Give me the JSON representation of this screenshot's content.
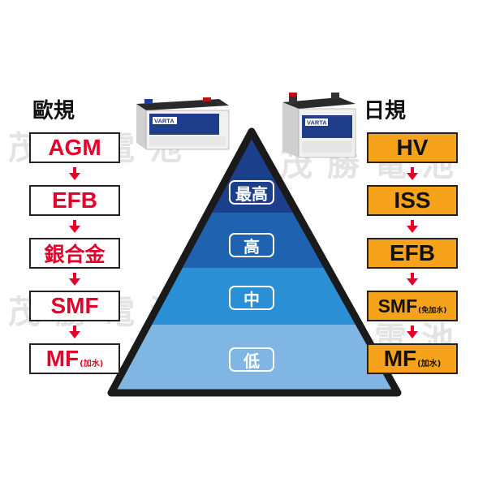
{
  "watermark": "茂勝電池",
  "eu": {
    "header": "歐規",
    "items": [
      {
        "main": "AGM",
        "sub": ""
      },
      {
        "main": "EFB",
        "sub": ""
      },
      {
        "main": "銀合金",
        "sub": ""
      },
      {
        "main": "SMF",
        "sub": ""
      },
      {
        "main": "MF",
        "sub": "(加水)"
      }
    ]
  },
  "jp": {
    "header": "日規",
    "items": [
      {
        "main": "HV",
        "sub": ""
      },
      {
        "main": "ISS",
        "sub": ""
      },
      {
        "main": "EFB",
        "sub": ""
      },
      {
        "main": "SMF",
        "sub": "(免加水)"
      },
      {
        "main": "MF",
        "sub": "(加水)"
      }
    ]
  },
  "pyramid": {
    "tiers": [
      "最高",
      "高",
      "中",
      "低"
    ],
    "colors": [
      "#1c3f8c",
      "#1f62b0",
      "#2b8fd6",
      "#7fb6e3"
    ]
  },
  "battery_brand": "VARTA",
  "colors": {
    "eu_text": "#e4002b",
    "jp_fill": "#f7a21b",
    "arrow": "#e4002b"
  }
}
